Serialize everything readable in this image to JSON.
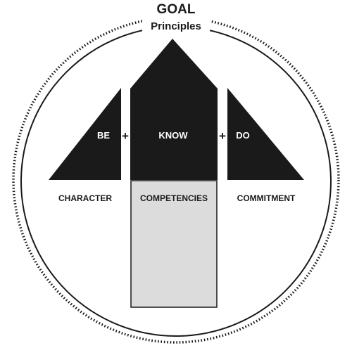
{
  "title": "GOAL",
  "subtitle": "Principles",
  "shapes": {
    "be": {
      "label": "BE",
      "caption": "CHARACTER"
    },
    "know": {
      "label": "KNOW",
      "caption": "COMPETENCIES"
    },
    "do": {
      "label": "DO",
      "caption": "COMMITMENT"
    }
  },
  "operators": [
    "+",
    "+"
  ],
  "colors": {
    "ink": "#1a1a1a",
    "base_fill": "#dcdcdc",
    "background": "#ffffff"
  }
}
